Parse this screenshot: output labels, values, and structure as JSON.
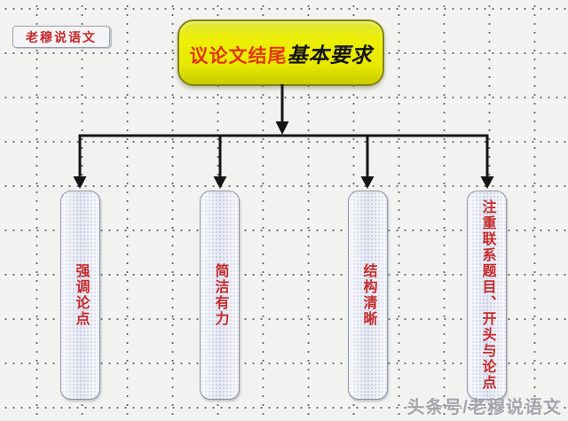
{
  "watermarks": {
    "top_left": "老穆说语文",
    "bottom_right": "头条号/老穆说语文"
  },
  "root_node": {
    "title_red": "议论文结尾",
    "title_black": "基本要求"
  },
  "branches": [
    {
      "label": "强调论点"
    },
    {
      "label": "简洁有力"
    },
    {
      "label": "结构清晰"
    },
    {
      "label": "注重联系题目、开头与论点"
    }
  ],
  "colors": {
    "node_fill": "#e8e900",
    "node_border": "#83830f",
    "red_text": "#c52b2b",
    "root_red_text": "#e1350f",
    "capsule_fill": "#f4f5fa",
    "capsule_border": "#8f939e",
    "connector": "#151515",
    "watermark_gray": "#9d9da6",
    "background": "#f2f2f0"
  }
}
